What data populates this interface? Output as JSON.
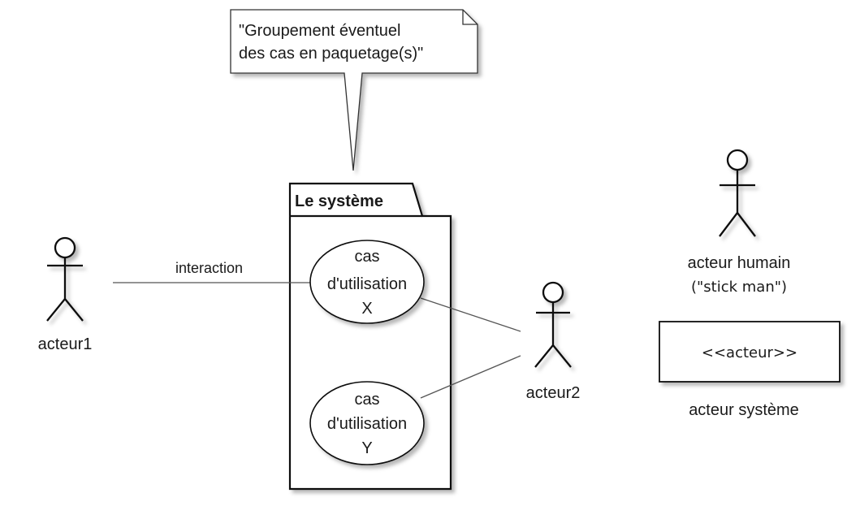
{
  "note": {
    "line1": "\"Groupement éventuel",
    "line2": "des cas en paquetage(s)\""
  },
  "package": {
    "title": "Le système"
  },
  "use_cases": [
    {
      "lines": [
        "cas",
        "d'utilisation",
        "X"
      ]
    },
    {
      "lines": [
        "cas",
        "d'utilisation",
        "Y"
      ]
    }
  ],
  "actors": {
    "actor1": {
      "label": "acteur1"
    },
    "actor2": {
      "label": "acteur2"
    },
    "human": {
      "label": "acteur humain",
      "sublabel": "(\"stick man\")"
    },
    "system": {
      "stereotype": "<<acteur>>",
      "label": "acteur système"
    }
  },
  "association": {
    "label": "interaction"
  }
}
